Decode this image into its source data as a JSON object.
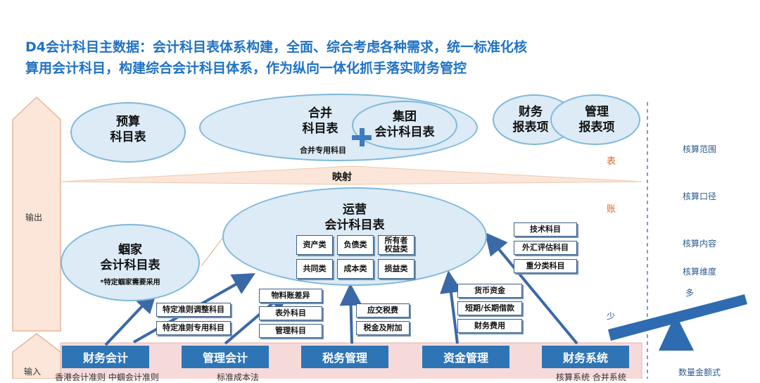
{
  "title": {
    "line1": "D4会计科目主数据：会计科目表体系构建，全面、综合考虑各种需求，统一标准化核",
    "line2": "算用会计科目，构建综合会计科目体系，作为纵向一体化抓手落实财务管控"
  },
  "left_arrows": {
    "output": "输出",
    "input": "输入"
  },
  "top_ellipses": {
    "budget": "预算\n科目表",
    "consolidated": "合并\n科目表",
    "consolidated_note": "合并专用科目",
    "group": "集团\n会计科目表",
    "fin_report": "财务\n报表项",
    "mgmt_report": "管理\n报表项"
  },
  "mapping": "映射",
  "layer_labels": {
    "biao": "表",
    "zhang": "账"
  },
  "ops_ellipse": {
    "title": "运营\n会计科目表"
  },
  "ops_categories": [
    {
      "label": "资产类"
    },
    {
      "label": "负债类"
    },
    {
      "label": "所有者\n权益类"
    },
    {
      "label": "共同类"
    },
    {
      "label": "成本类"
    },
    {
      "label": "损益类"
    }
  ],
  "hj_ellipse": {
    "title": "蝈家\n会计科目表",
    "note": "*特定蝈家需要采用"
  },
  "box_groups": {
    "fin_acc": [
      "特定准则调整科目",
      "特定准则专用科目"
    ],
    "mgmt_acc": [
      "物料账差异",
      "表外科目",
      "管理科目"
    ],
    "tax": [
      "应交税费",
      "税金及附加"
    ],
    "fund": [
      "货币资金",
      "短期/长期借款",
      "财务费用"
    ],
    "system": [
      "技术科目",
      "外汇评估科目",
      "重分类科目"
    ]
  },
  "bottom_buttons": [
    "财务会计",
    "管理会计",
    "税务管理",
    "资金管理",
    "财务系统"
  ],
  "bottom_sub": {
    "fin_acc": "香港会计准则 中蝈会计准则",
    "mgmt_acc": "标准成本法",
    "system": "核算系统 合并系统"
  },
  "right_labels": {
    "scope": "核算范围",
    "caliber": "核算口径",
    "content": "核算内容",
    "dimension": "核算维度",
    "many": "多",
    "few": "少",
    "amount_form": "数量金额式"
  },
  "colors": {
    "accent": "#2e75b6",
    "title": "#1f72c4",
    "ellipse": "#dcebf6",
    "arrow_fill": "#fbe6d9",
    "red_label": "#e06b2a"
  }
}
